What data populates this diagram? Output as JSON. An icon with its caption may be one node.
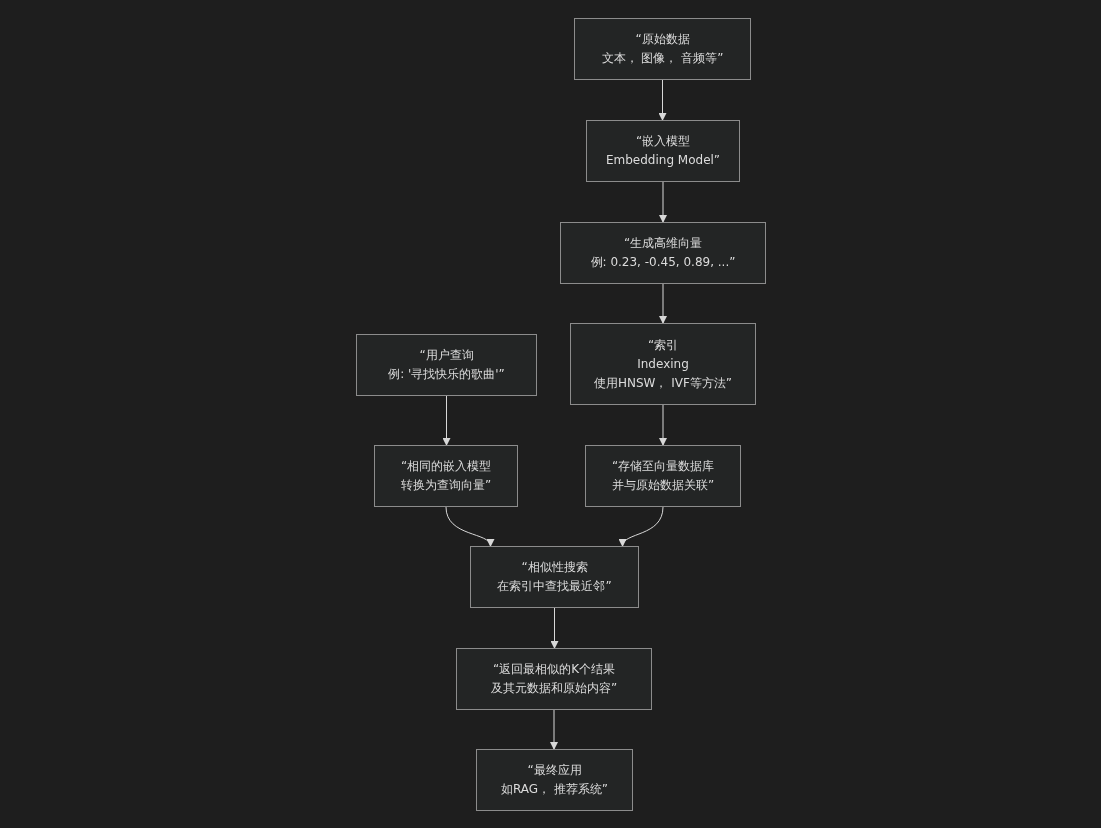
{
  "diagram": {
    "nodes": [
      {
        "text": [
          "“原始数据",
          "文本， 图像， 音频等”"
        ]
      },
      {
        "text": [
          "“嵌入模型",
          "Embedding Model”"
        ]
      },
      {
        "text": [
          "“生成高维向量",
          "例: 0.23, -0.45, 0.89, ...”"
        ]
      },
      {
        "text": [
          "“索引",
          "Indexing",
          "使用HNSW， IVF等方法”"
        ]
      },
      {
        "text": [
          "“用户查询",
          "例: '寻找快乐的歌曲'”"
        ]
      },
      {
        "text": [
          "“相同的嵌入模型",
          "转换为查询向量”"
        ]
      },
      {
        "text": [
          "“存储至向量数据库",
          "并与原始数据关联”"
        ]
      },
      {
        "text": [
          "“相似性搜索",
          "在索引中查找最近邻”"
        ]
      },
      {
        "text": [
          "“返回最相似的K个结果",
          "及其元数据和原始内容”"
        ]
      },
      {
        "text": [
          "“最终应用",
          "如RAG， 推荐系统”"
        ]
      }
    ],
    "edges": [
      {
        "from": 0,
        "to": 1,
        "arrow": "to"
      },
      {
        "from": 1,
        "to": 2,
        "arrow": "to"
      },
      {
        "from": 2,
        "to": 3,
        "arrow": "to"
      },
      {
        "from": 3,
        "to": 6,
        "arrow": "to"
      },
      {
        "from": 4,
        "to": 5,
        "arrow": "to"
      },
      {
        "from": 5,
        "to": 7,
        "arrow": "to"
      },
      {
        "from": 6,
        "to": 7,
        "arrow": "to"
      },
      {
        "from": 7,
        "to": 8,
        "arrow": "to"
      },
      {
        "from": 8,
        "to": 9,
        "arrow": "to"
      }
    ]
  }
}
